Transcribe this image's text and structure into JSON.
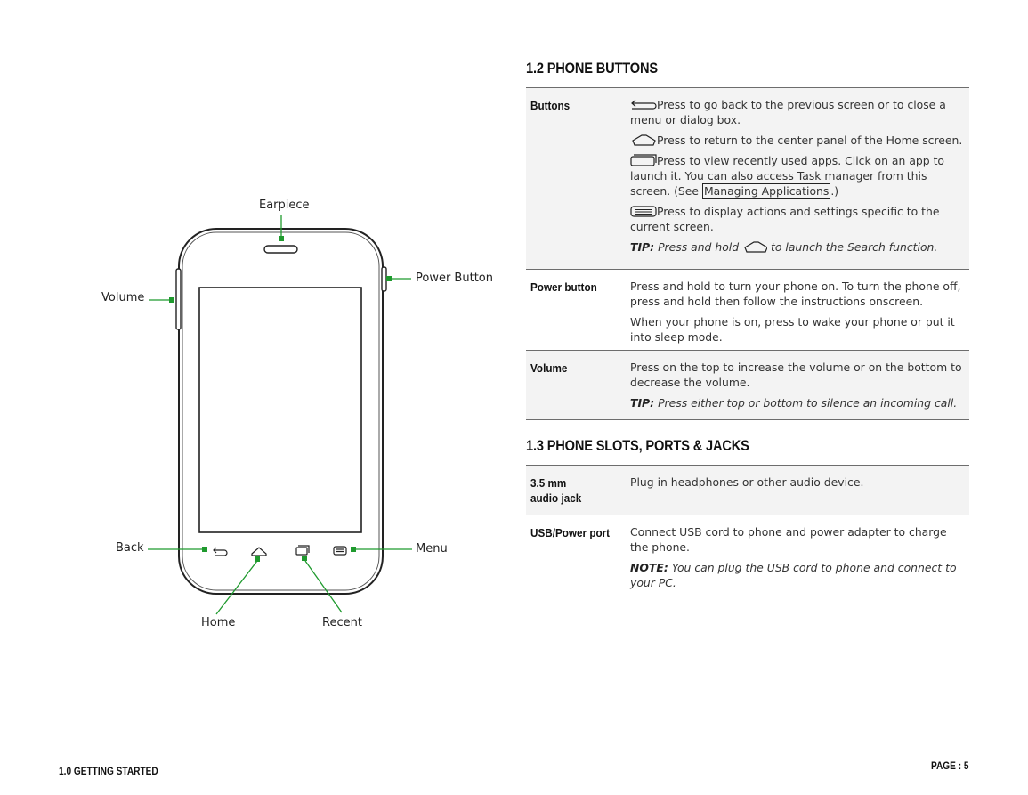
{
  "diagram": {
    "labels": {
      "earpiece": "Earpiece",
      "power_button": "Power Button",
      "volume": "Volume",
      "back": "Back",
      "menu": "Menu",
      "home": "Home",
      "recent": "Recent"
    },
    "callout_color": "#1f9a2e"
  },
  "section_buttons": {
    "title": "1.2 PHONE BUTTONS",
    "rows": [
      {
        "label": "Buttons",
        "back_text": "Press to go back to the previous screen or to close a menu or dialog box.",
        "home_text": "Press to return to the center panel of the Home screen.",
        "recent_text_before": "Press to view recently used apps. Click on an app to launch it. You can also access Task manager from this screen. (See ",
        "recent_link": "Managing Applications",
        "recent_text_after": ".)",
        "menu_text": "Press to display actions and settings specific to the current screen.",
        "tip_label": "TIP:",
        "tip_before": "Press and hold",
        "tip_after": "to launch the Search function."
      },
      {
        "label": "Power button",
        "p1": "Press and hold to turn your phone on. To turn the phone off, press and hold then follow the instructions onscreen.",
        "p2": "When your phone is on, press to wake your phone or put it into sleep mode."
      },
      {
        "label": "Volume",
        "p1": "Press on the top to increase the volume or on the bottom to decrease the volume.",
        "tip_label": "TIP:",
        "tip_text": "Press either top or bottom to silence an incoming call."
      }
    ]
  },
  "section_slots": {
    "title": "1.3 PHONE SLOTS, PORTS & JACKS",
    "rows": [
      {
        "label_line1": "3.5 mm",
        "label_line2": "audio jack",
        "p1": "Plug in headphones or other audio device."
      },
      {
        "label": "USB/Power port",
        "p1": "Connect USB cord to phone and power adapter to charge the phone.",
        "note_label": "NOTE:",
        "note_text": "You can plug the USB cord to phone and connect to your PC."
      }
    ]
  },
  "footer": {
    "section": "1.0 GETTING STARTED",
    "page": "PAGE : 5"
  }
}
